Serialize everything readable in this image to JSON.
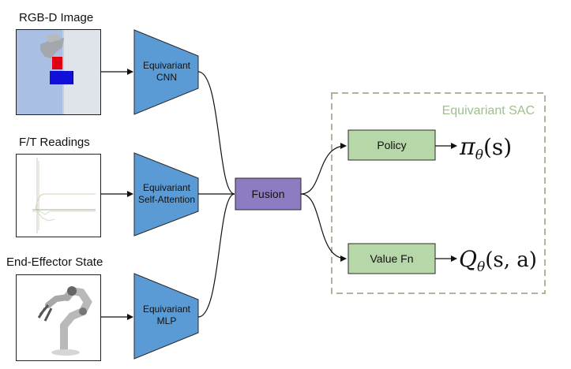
{
  "inputs": [
    {
      "label": "RGB-D Image",
      "encoder": [
        "Equivariant",
        "CNN"
      ]
    },
    {
      "label": "F/T Readings",
      "encoder": [
        "Equivariant",
        "Self-Attention"
      ]
    },
    {
      "label": "End-Effector State",
      "encoder": [
        "Equivariant",
        "MLP"
      ]
    }
  ],
  "fusion": {
    "label": "Fusion"
  },
  "sac": {
    "title": "Equivariant SAC",
    "policy": "Policy",
    "value": "Value Fn",
    "policy_symbol": "π",
    "policy_sub": "θ",
    "policy_arg": "(s)",
    "value_symbol": "Q",
    "value_sub": "θ",
    "value_arg": "(s, a)"
  },
  "colors": {
    "encoder_fill": "#5b9bd5",
    "fusion_fill": "#8e7cc3",
    "head_fill": "#b6d7a8",
    "sac_border": "#a8b89a",
    "sac_title": "#9fbf8f"
  }
}
